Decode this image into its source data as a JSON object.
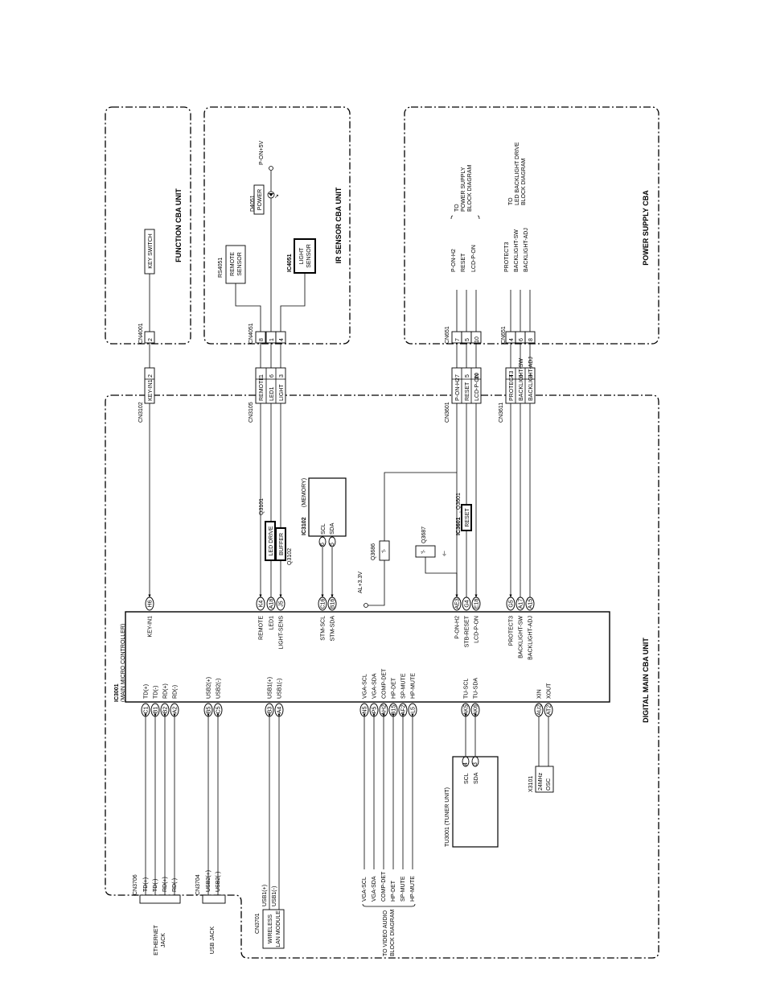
{
  "units": {
    "function": "FUNCTION CBA UNIT",
    "ir_sensor": "IR SENSOR CBA UNIT",
    "power_supply": "POWER SUPPLY CBA",
    "digital_main": "DIGITAL MAIN CBA UNIT"
  },
  "function_unit": {
    "key_switch": "KEY SWITCH",
    "cn4001": "CN4001",
    "pin": "2"
  },
  "ir_unit": {
    "p_on_5v": "P-ON+5V",
    "d4051": "D4051",
    "power": "POWER",
    "rs4051": "RS4051",
    "remote": "REMOTE",
    "sensor": "SENSOR",
    "ic4051": "IC4051",
    "light": "LIGHT",
    "cn4051": "CN4051",
    "pins": [
      "8",
      "1",
      "4"
    ]
  },
  "power_unit": {
    "cn651": "CN651",
    "group1": {
      "to": "TO",
      "l1": "POWER SUPPLY",
      "l2": "BLOCK DIAGRAM",
      "signals": [
        "P-ON-H2",
        "RESET",
        "LCD-P-ON"
      ],
      "pins": [
        "7",
        "5",
        "10"
      ]
    },
    "group2": {
      "to": "TO",
      "l1": "LED BACKLIGHT DRIVE",
      "l2": "BLOCK DIAGRAM",
      "signals": [
        "PROTECT3",
        "BACKLIGHT-SW",
        "BACKLIGHT-ADJ"
      ],
      "pins": [
        "4",
        "6",
        "8"
      ]
    }
  },
  "connectors": {
    "cn3102": {
      "name": "CN3102",
      "rows": [
        {
          "pin": "2",
          "sig": "KEY-IN1"
        }
      ]
    },
    "cn3105": {
      "name": "CN3105",
      "rows": [
        {
          "pin": "1",
          "sig": "REMOTE"
        },
        {
          "pin": "6",
          "sig": "LED1"
        },
        {
          "pin": "3",
          "sig": "LIGHT"
        }
      ]
    },
    "cn3601": {
      "name": "CN3601",
      "rows": [
        {
          "pin": "7",
          "sig": "P-ON-H2"
        },
        {
          "pin": "5",
          "sig": "RESET"
        },
        {
          "pin": "10",
          "sig": "LCD-P-ON"
        }
      ]
    },
    "cn3611": {
      "name": "CN3611",
      "rows": [
        {
          "pin": "4",
          "sig": "PROTECT3"
        },
        {
          "pin": "6",
          "sig": "BACKLIGHT-SW"
        },
        {
          "pin": "8",
          "sig": "BACKLIGHT-ADJ"
        }
      ]
    }
  },
  "ic3001": {
    "name": "IC3001",
    "desc": "(MAIN MICRO CONTROLLER)",
    "right_pins": [
      {
        "pad": "H6",
        "sig": "KEY-IN1"
      },
      {
        "pad": "K4",
        "sig": "REMOTE"
      },
      {
        "pad": "A18",
        "sig": "LED1"
      },
      {
        "pad": "J5",
        "sig": "LIGHT-SENS"
      },
      {
        "pad": "C16",
        "sig": "STM-SCL"
      },
      {
        "pad": "B16",
        "sig": "STM-SDA"
      },
      {
        "pad": "AE3",
        "sig": "P-ON-H2"
      },
      {
        "pad": "G4",
        "sig": "STB-RESET"
      },
      {
        "pad": "E18",
        "sig": "LCD-P-ON"
      },
      {
        "pad": "G5",
        "sig": "PROTECT3"
      },
      {
        "pad": "A17",
        "sig": "BACKLIGHT-SW"
      },
      {
        "pad": "A15",
        "sig": "BACKLIGHT-ADJ"
      }
    ],
    "left_pins": [
      {
        "pad": "C1",
        "sig": "TD(+)"
      },
      {
        "pad": "B1",
        "sig": "TD(-)"
      },
      {
        "pad": "B2",
        "sig": "RD(+)"
      },
      {
        "pad": "A2",
        "sig": "RD(-)"
      },
      {
        "pad": "B5",
        "sig": "USB2(+)"
      },
      {
        "pad": "C5",
        "sig": "USB2(-)"
      },
      {
        "pad": "B3",
        "sig": "USB1(+)"
      },
      {
        "pad": "A4",
        "sig": "USB1(-)"
      },
      {
        "pad": "N5",
        "sig": "VGA-SCL"
      },
      {
        "pad": "P5",
        "sig": "VGA-SDA"
      },
      {
        "pad": "AH2",
        "sig": "COMP-DET"
      },
      {
        "pad": "B15",
        "sig": "HP-DET"
      },
      {
        "pad": "AF2",
        "sig": "SP-MUTE"
      },
      {
        "pad": "L5",
        "sig": "HP-MUTE"
      },
      {
        "pad": "AK5",
        "sig": "TU-SCL"
      },
      {
        "pad": "AK6",
        "sig": "TU-SDA"
      },
      {
        "pad": "AU2",
        "sig": "XIN"
      },
      {
        "pad": "AT2",
        "sig": "XOUT"
      }
    ]
  },
  "q3101": "Q3101",
  "q3102": "Q3102",
  "led_drive": "LED DRIVE",
  "buffer": "BUFFER",
  "ic3102": {
    "name": "IC3102",
    "desc": "(MEMORY)",
    "scl": "SCL",
    "sda": "SDA",
    "p6": "6",
    "p5": "5"
  },
  "q3686": "Q3686",
  "q3687": "Q3687",
  "al33": "AL+3.3V",
  "ic3601": {
    "name": "IC3601",
    "q": ", Q3601",
    "reset": "RESET"
  },
  "tuner": {
    "name": "TU3001 (TUNER UNIT)",
    "scl": "SCL",
    "sda": "SDA",
    "p4": "4",
    "p3": "3"
  },
  "osc": {
    "name": "X3101",
    "freq": "24MHz",
    "osc": "OSC"
  },
  "video_audio": {
    "to": "TO VIDEO AUDIO",
    "block": "BLOCK DIAGRAM",
    "signals": [
      "VGA-SCL",
      "VGA-SDA",
      "COMP-DET",
      "HP-DET",
      "SP-MUTE",
      "HP-MUTE"
    ]
  },
  "ethernet": {
    "cn": "CN3706",
    "l1": "ETHERNET",
    "l2": "JACK",
    "signals": [
      "TD(+)",
      "TD(-)",
      "RD(+)",
      "RD(-)"
    ]
  },
  "usb": {
    "cn": "CN3704",
    "label": "USB JACK",
    "signals": [
      "USB2(+)",
      "USB2(-)"
    ]
  },
  "wlan": {
    "cn": "CN3701",
    "l1": "WIRELESS",
    "l2": "LAN MODULE",
    "signals": [
      "USB1(+)",
      "USB1(-)"
    ]
  }
}
